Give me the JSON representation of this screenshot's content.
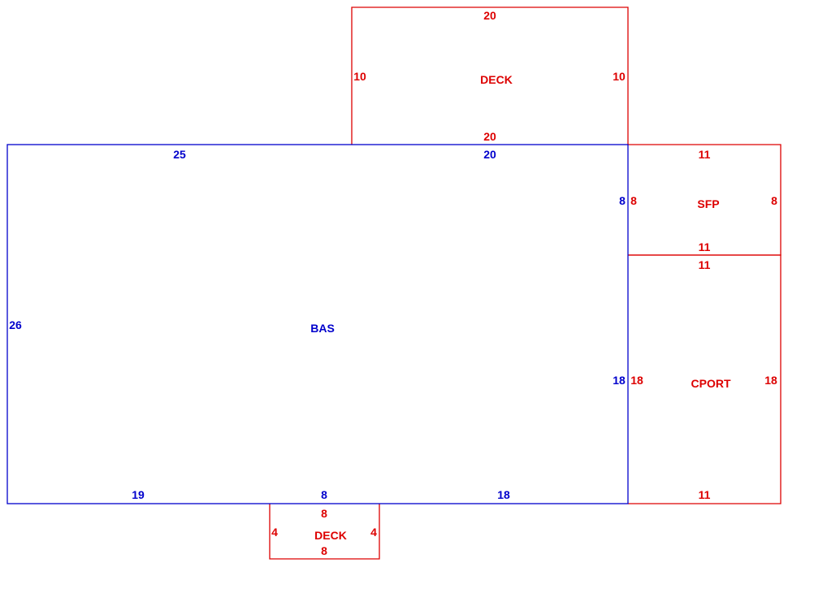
{
  "colors": {
    "living": "#0000cc",
    "addition": "#dd0000"
  },
  "areas": {
    "bas": {
      "name": "BAS",
      "top_left": "25",
      "top_right": "20",
      "left": "26",
      "right_upper": "8",
      "right_lower": "18",
      "bottom_left": "19",
      "bottom_mid": "8",
      "bottom_right": "18"
    },
    "deck_top": {
      "name": "DECK",
      "top": "20",
      "bottom": "20",
      "left": "10",
      "right": "10"
    },
    "sfp": {
      "name": "SFP",
      "top": "11",
      "bottom": "11",
      "left": "8",
      "right": "8"
    },
    "cport": {
      "name": "CPORT",
      "top": "11",
      "bottom": "11",
      "left": "18",
      "right": "18"
    },
    "deck_bottom": {
      "name": "DECK",
      "top": "8",
      "bottom": "8",
      "left": "4",
      "right": "4"
    }
  }
}
